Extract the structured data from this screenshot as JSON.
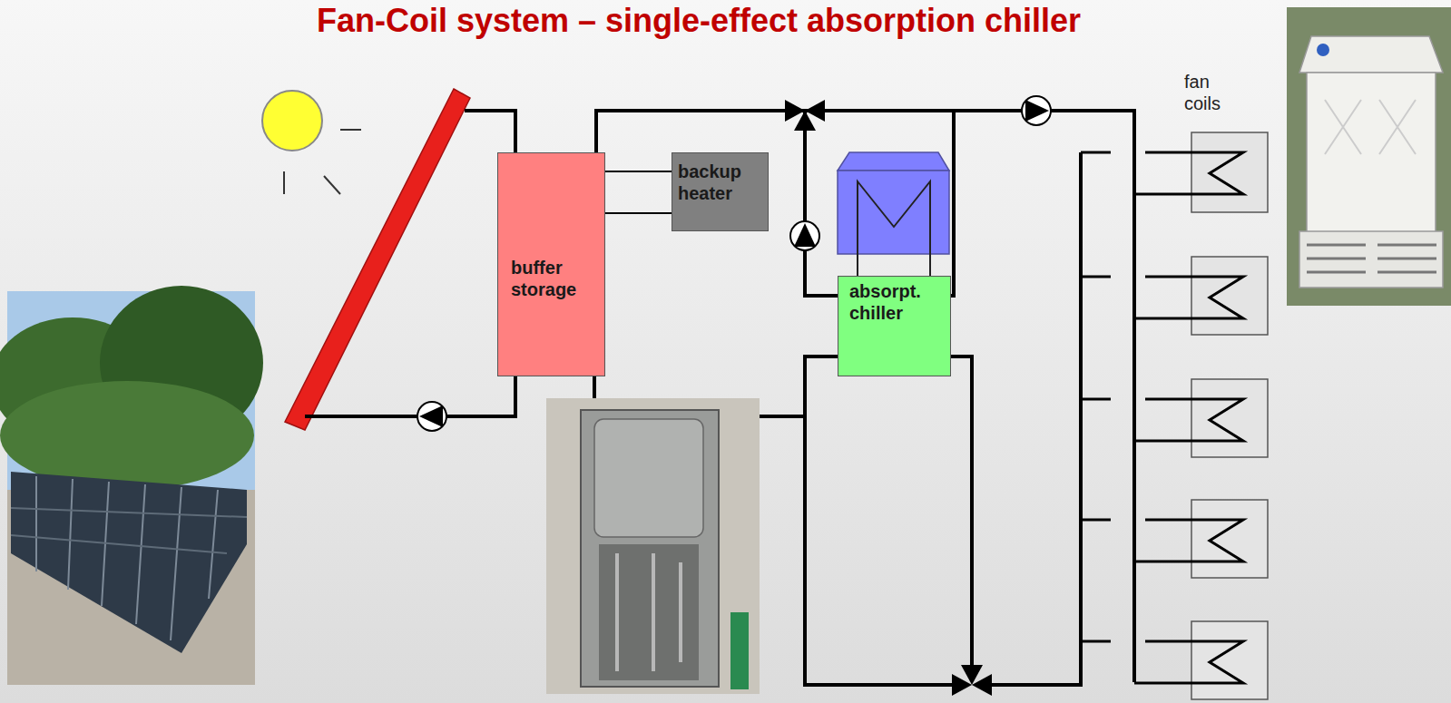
{
  "diagram": {
    "title": "Fan-Coil system – single-effect absorption chiller",
    "nodes": [
      {
        "text": [
          "buffer storage"
        ]
      },
      {
        "text": [
          "backup heater"
        ]
      },
      {
        "text": [
          "absorpt. chiller"
        ]
      }
    ],
    "edges": [
      {
        "from": 0,
        "to": 1,
        "arrow": "none"
      },
      {
        "from": 0,
        "to": 2,
        "arrow": "none"
      }
    ],
    "labels": [
      "fan coils"
    ]
  }
}
